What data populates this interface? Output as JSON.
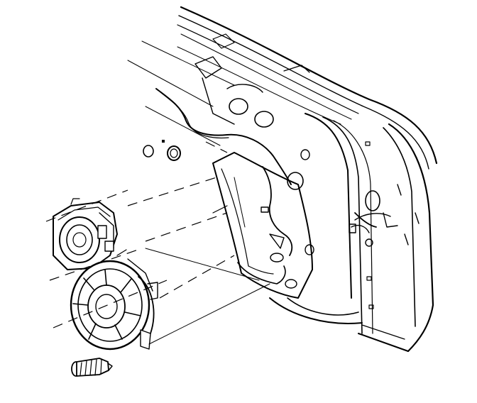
{
  "diagram": {
    "kind": "exploded line drawing",
    "colors": {
      "line": "#000000",
      "background": "#ffffff"
    },
    "parts": [
      "door-inner-panel",
      "wiring-harness",
      "speaker-bracket",
      "speaker-assembly",
      "mounting-screw"
    ]
  }
}
